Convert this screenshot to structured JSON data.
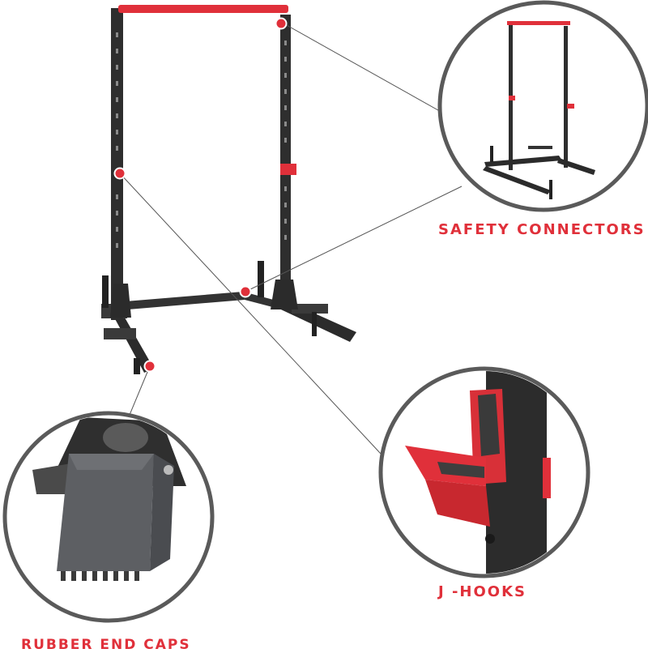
{
  "colors": {
    "accent": "#e0303a",
    "frame": "#2b2b2b",
    "callout_ring": "#5a5a5a",
    "background": "#ffffff"
  },
  "callouts": {
    "safety_connectors": {
      "label": "SAFETY CONNECTORS",
      "icon": "rack-thumbnail"
    },
    "j_hooks": {
      "label": "J -HOOKS",
      "icon": "j-hook-closeup"
    },
    "rubber_end_caps": {
      "label": "RUBBER END CAPS",
      "icon": "end-cap-closeup"
    }
  }
}
